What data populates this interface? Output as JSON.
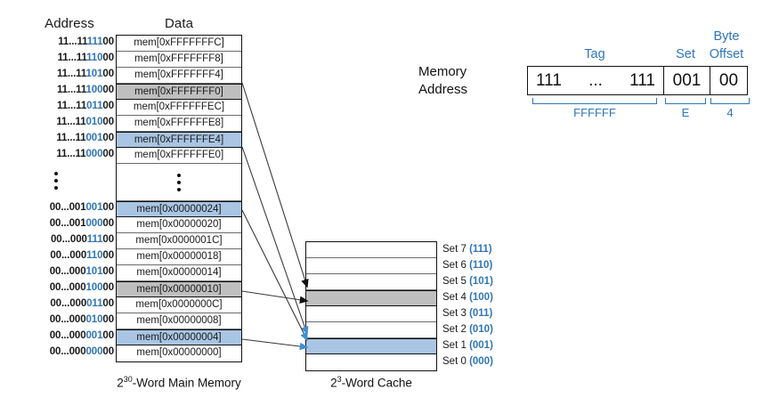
{
  "headers": {
    "address": "Address",
    "data": "Data"
  },
  "memory": {
    "caption_base": "2",
    "caption_exp": "30",
    "caption_rest": "-Word Main Memory",
    "rows_top": [
      {
        "addr_prefix": "11...11",
        "addr_set": "111",
        "addr_offset": "00",
        "data": "mem[0xFFFFFFFC]",
        "highlight": "none"
      },
      {
        "addr_prefix": "11...11",
        "addr_set": "110",
        "addr_offset": "00",
        "data": "mem[0xFFFFFFF8]",
        "highlight": "none"
      },
      {
        "addr_prefix": "11...11",
        "addr_set": "101",
        "addr_offset": "00",
        "data": "mem[0xFFFFFFF4]",
        "highlight": "none"
      },
      {
        "addr_prefix": "11...11",
        "addr_set": "100",
        "addr_offset": "00",
        "data": "mem[0xFFFFFFF0]",
        "highlight": "gray"
      },
      {
        "addr_prefix": "11...11",
        "addr_set": "011",
        "addr_offset": "00",
        "data": "mem[0xFFFFFFEC]",
        "highlight": "none"
      },
      {
        "addr_prefix": "11...11",
        "addr_set": "010",
        "addr_offset": "00",
        "data": "mem[0xFFFFFFE8]",
        "highlight": "none"
      },
      {
        "addr_prefix": "11...11",
        "addr_set": "001",
        "addr_offset": "00",
        "data": "mem[0xFFFFFFE4]",
        "highlight": "blue"
      },
      {
        "addr_prefix": "11...11",
        "addr_set": "000",
        "addr_offset": "00",
        "data": "mem[0xFFFFFFE0]",
        "highlight": "none"
      }
    ],
    "rows_bottom": [
      {
        "addr_prefix": "00...001",
        "addr_set": "001",
        "addr_offset": "00",
        "data": "mem[0x00000024]",
        "highlight": "blue"
      },
      {
        "addr_prefix": "00...001",
        "addr_set": "000",
        "addr_offset": "00",
        "data": "mem[0x00000020]",
        "highlight": "none"
      },
      {
        "addr_prefix": "00...000",
        "addr_set": "111",
        "addr_offset": "00",
        "data": "mem[0x0000001C]",
        "highlight": "none"
      },
      {
        "addr_prefix": "00...000",
        "addr_set": "110",
        "addr_offset": "00",
        "data": "mem[0x00000018]",
        "highlight": "none"
      },
      {
        "addr_prefix": "00...000",
        "addr_set": "101",
        "addr_offset": "00",
        "data": "mem[0x00000014]",
        "highlight": "none"
      },
      {
        "addr_prefix": "00...000",
        "addr_set": "100",
        "addr_offset": "00",
        "data": "mem[0x00000010]",
        "highlight": "gray"
      },
      {
        "addr_prefix": "00...000",
        "addr_set": "011",
        "addr_offset": "00",
        "data": "mem[0x0000000C]",
        "highlight": "none"
      },
      {
        "addr_prefix": "00...000",
        "addr_set": "010",
        "addr_offset": "00",
        "data": "mem[0x00000008]",
        "highlight": "none"
      },
      {
        "addr_prefix": "00...000",
        "addr_set": "001",
        "addr_offset": "00",
        "data": "mem[0x00000004]",
        "highlight": "blue"
      },
      {
        "addr_prefix": "00...000",
        "addr_set": "000",
        "addr_offset": "00",
        "data": "mem[0x00000000]",
        "highlight": "none"
      }
    ]
  },
  "cache": {
    "caption_base": "2",
    "caption_exp": "3",
    "caption_rest": "-Word Cache",
    "sets": [
      {
        "label": "Set 7",
        "bits": "(111)",
        "highlight": "none"
      },
      {
        "label": "Set 6",
        "bits": "(110)",
        "highlight": "none"
      },
      {
        "label": "Set 5",
        "bits": "(101)",
        "highlight": "none"
      },
      {
        "label": "Set 4",
        "bits": "(100)",
        "highlight": "gray"
      },
      {
        "label": "Set 3",
        "bits": "(011)",
        "highlight": "none"
      },
      {
        "label": "Set 2",
        "bits": "(010)",
        "highlight": "none"
      },
      {
        "label": "Set 1",
        "bits": "(001)",
        "highlight": "blue"
      },
      {
        "label": "Set 0",
        "bits": "(000)",
        "highlight": "none"
      }
    ]
  },
  "address_breakdown": {
    "label_line1": "Memory",
    "label_line2": "Address",
    "tag_header": "Tag",
    "set_header": "Set",
    "byte_header": "Byte",
    "offset_header": "Offset",
    "tag_left": "111",
    "tag_dots": "...",
    "tag_right": "111",
    "set_bits": "001",
    "offset_bits": "00",
    "brace_tag": "FFFFFF",
    "brace_set": "E",
    "brace_offset": "4"
  },
  "colors": {
    "blue_text": "#2f76b8",
    "gray_fill": "#bfbfbf",
    "blue_fill": "#a9c5e3",
    "line": "#3a3a3a"
  }
}
